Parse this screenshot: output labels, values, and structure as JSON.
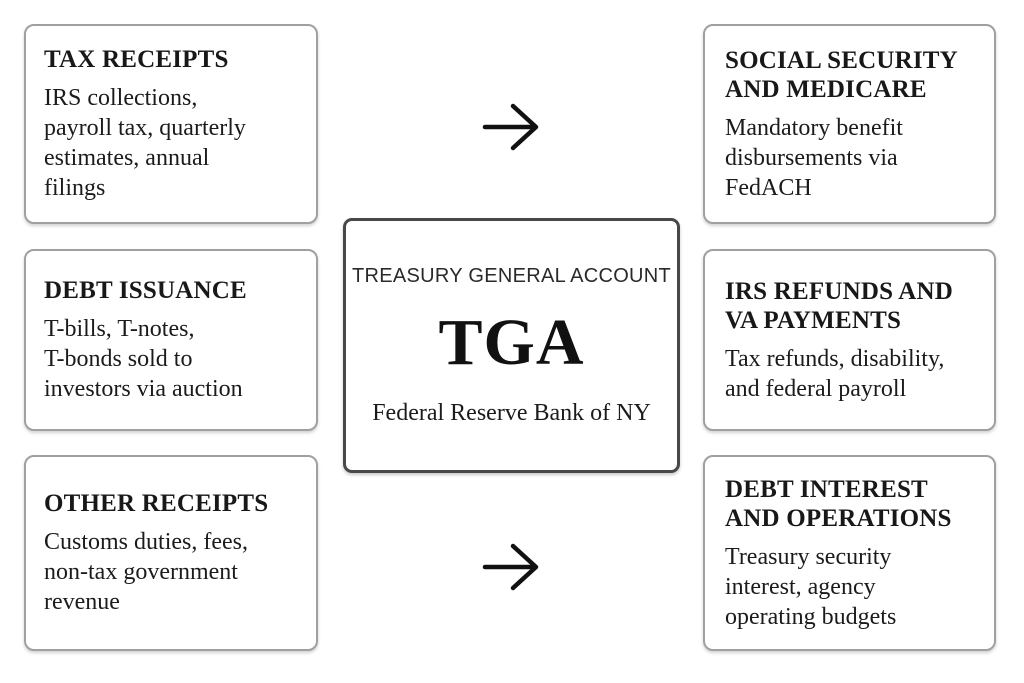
{
  "diagram": {
    "type": "flow-diagram",
    "colors": {
      "background": "#ffffff",
      "box_border": "#a0a0a0",
      "center_box_border": "#484848",
      "text": "#1b1b1b",
      "arrow": "#111111"
    },
    "icons": {
      "flow_arrow": "arrow-right"
    },
    "inflows": [
      {
        "title": "TAX RECEIPTS",
        "description": "IRS collections,\npayroll tax, quarterly\nestimates, annual\nfilings"
      },
      {
        "title": "DEBT ISSUANCE",
        "description": "T-bills, T-notes,\nT-bonds sold to\ninvestors via auction"
      },
      {
        "title": "OTHER RECEIPTS",
        "description": "Customs duties, fees,\nnon-tax government\nrevenue"
      }
    ],
    "center": {
      "label": "TREASURY GENERAL ACCOUNT",
      "acronym": "TGA",
      "subtitle": "Federal Reserve Bank of NY"
    },
    "outflows": [
      {
        "title": "SOCIAL SECURITY\nAND MEDICARE",
        "description": "Mandatory benefit\ndisbursements via\nFedACH"
      },
      {
        "title": "IRS REFUNDS AND\nVA PAYMENTS",
        "description": "Tax refunds, disability,\nand federal payroll"
      },
      {
        "title": "DEBT INTEREST\nAND OPERATIONS",
        "description": "Treasury security\ninterest, agency\noperating budgets"
      }
    ]
  }
}
